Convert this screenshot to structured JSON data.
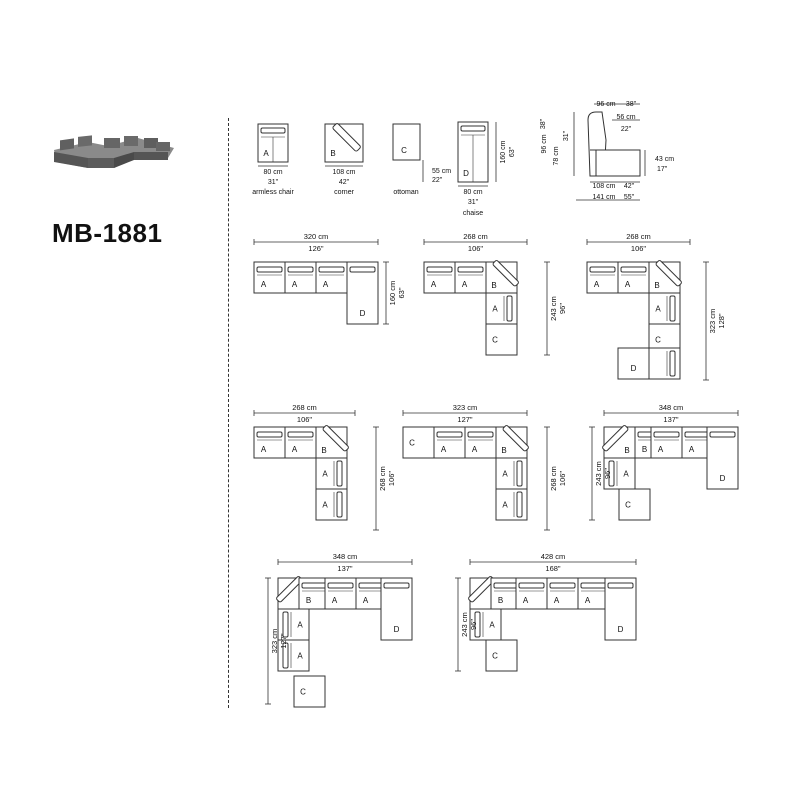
{
  "title": "MB-1881",
  "modules": {
    "armless": {
      "letter": "A",
      "width_cm": "80 cm",
      "width_in": "31\"",
      "name": "armless chair"
    },
    "corner": {
      "letter": "B",
      "width_cm": "108 cm",
      "width_in": "42\"",
      "name": "corner"
    },
    "ottoman": {
      "letter": "C",
      "depth_cm": "55 cm",
      "depth_in": "22\"",
      "name": "ottoman"
    },
    "chaise": {
      "letter": "D",
      "width_cm": "80 cm",
      "width_in": "31\"",
      "length_cm": "160 cm",
      "length_in": "63\"",
      "name": "chaise"
    }
  },
  "side_view": {
    "top_cm": "96 cm",
    "top_in": "38\"",
    "back_cm": "56 cm",
    "back_in": "22\"",
    "height_cm": "96 cm",
    "height_in": "38\"",
    "seat_cm": "78 cm",
    "seat_in": "31\"",
    "seat_h_cm": "43 cm",
    "seat_h_in": "17\"",
    "depth1_cm": "108 cm",
    "depth1_in": "42\"",
    "depth2_cm": "141 cm",
    "depth2_in": "55\""
  },
  "configs": {
    "c1": {
      "w_cm": "320 cm",
      "w_in": "126\"",
      "h_cm": "160 cm",
      "h_in": "63\""
    },
    "c2": {
      "w_cm": "268 cm",
      "w_in": "106\"",
      "h_cm": "243 cm",
      "h_in": "96\""
    },
    "c3": {
      "w_cm": "268 cm",
      "w_in": "106\"",
      "h_cm": "323 cm",
      "h_in": "128\""
    },
    "c4": {
      "w_cm": "268 cm",
      "w_in": "106\"",
      "h_cm": "268 cm",
      "h_in": "106\""
    },
    "c5": {
      "w_cm": "323 cm",
      "w_in": "127\"",
      "h_cm": "268 cm",
      "h_in": "106\""
    },
    "c6": {
      "w_cm": "348 cm",
      "w_in": "137\"",
      "h_cm": "243 cm",
      "h_in": "96\""
    },
    "c7": {
      "w_cm": "348 cm",
      "w_in": "137\"",
      "h_cm": "323 cm",
      "h_in": "127\""
    },
    "c8": {
      "w_cm": "428 cm",
      "w_in": "168\"",
      "h_cm": "243 cm",
      "h_in": "96\""
    }
  },
  "colors": {
    "line": "#333333",
    "sofa": "#5c5c5c"
  }
}
